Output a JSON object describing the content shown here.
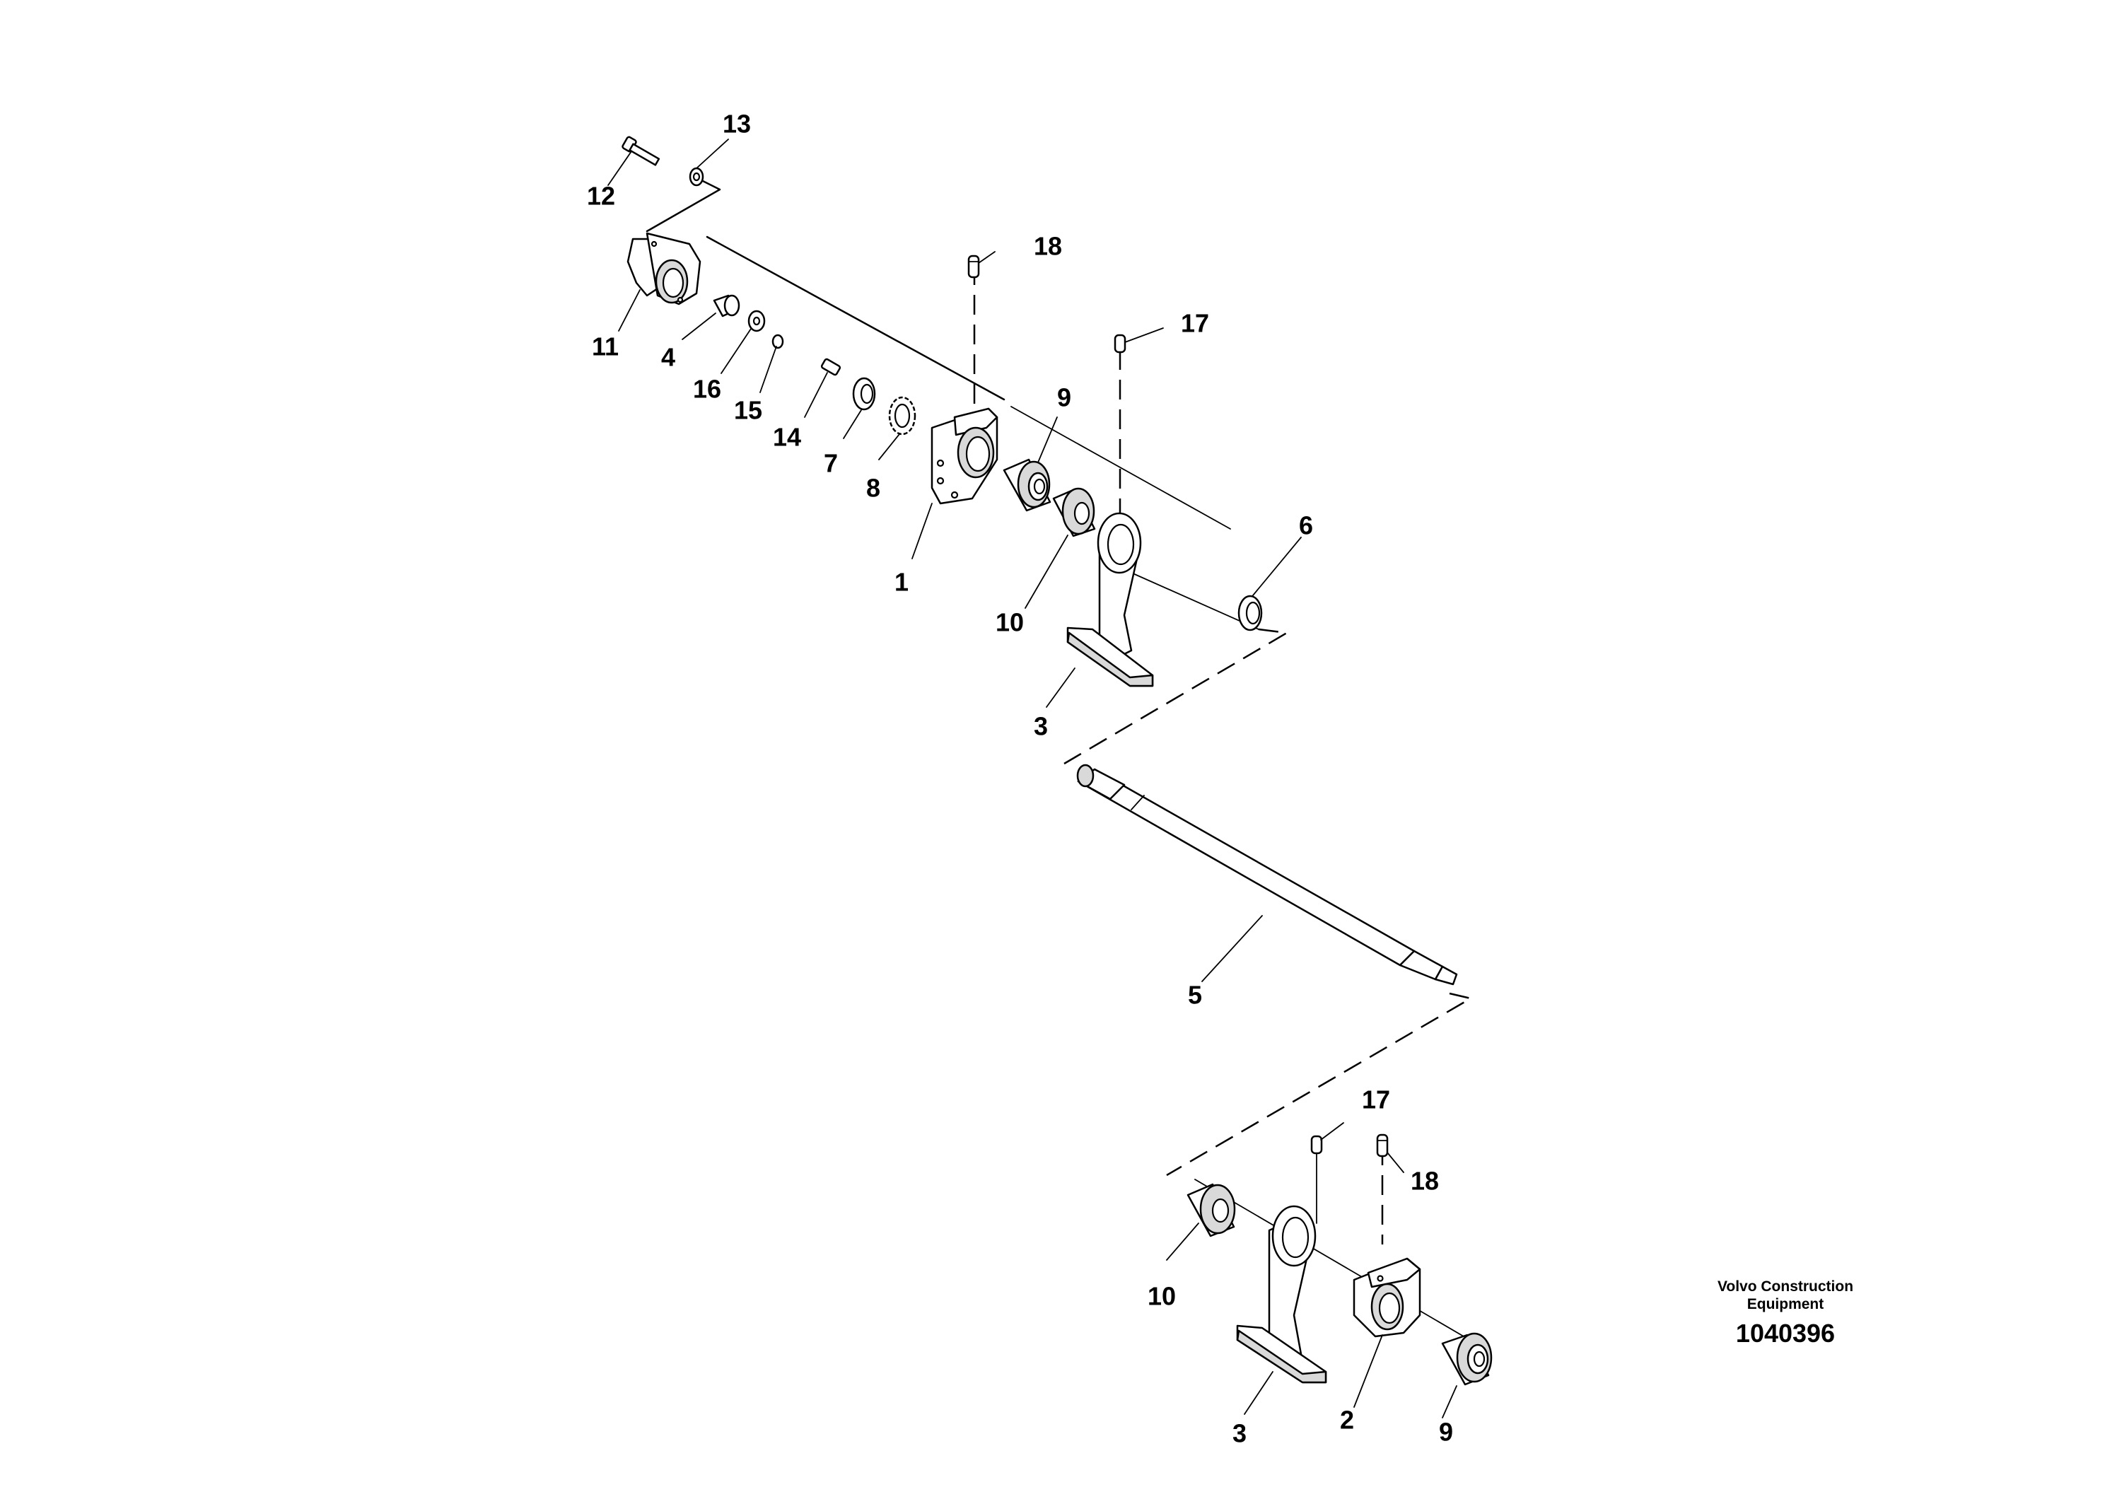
{
  "callouts": [
    "1",
    "2",
    "3",
    "3",
    "4",
    "5",
    "6",
    "7",
    "8",
    "9",
    "9",
    "10",
    "10",
    "11",
    "12",
    "13",
    "14",
    "15",
    "16",
    "17",
    "17",
    "18",
    "18"
  ],
  "footer": {
    "maker_line1": "Volvo Construction",
    "maker_line2": "Equipment",
    "drawing_number": "1040396"
  }
}
